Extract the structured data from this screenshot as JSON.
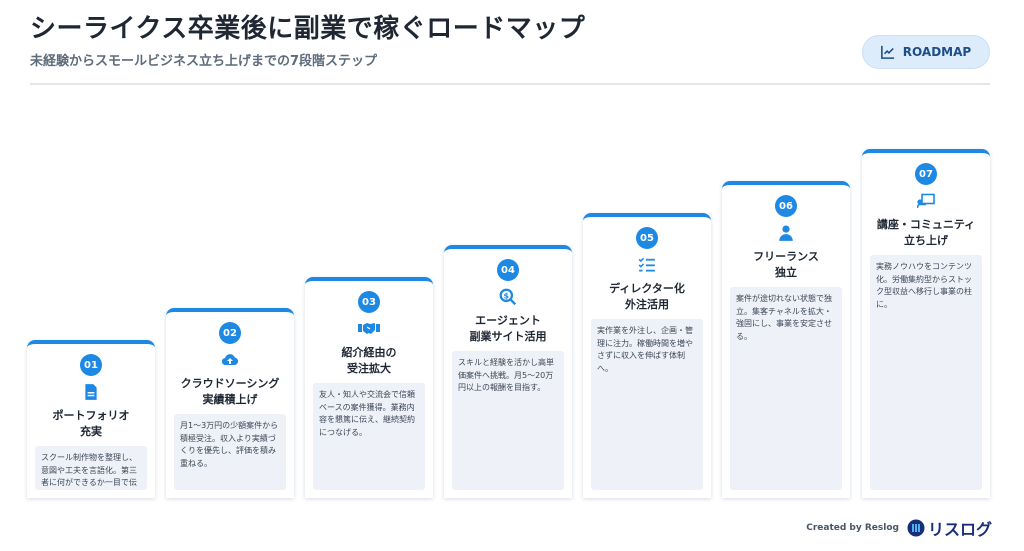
{
  "header": {
    "title": "シーライクス卒業後に副業で稼ぐロードマップ",
    "subtitle": "未経験からスモールビジネス立ち上げまでの7段階ステップ",
    "badge_label": "ROADMAP"
  },
  "colors": {
    "accent": "#1e88e5",
    "desc_bg": "#eef2f8",
    "badge_bg": "#dcecfb"
  },
  "steps": [
    {
      "num": "01",
      "icon": "document-icon",
      "title_l1": "ポートフォリオ",
      "title_l2": "充実",
      "desc": "スクール制作物を整理し、意図や工夫を言語化。第三者に何ができるか一目で伝わる状態に。"
    },
    {
      "num": "02",
      "icon": "cloud-upload-icon",
      "title_l1": "クラウドソーシング",
      "title_l2": "実績積上げ",
      "desc": "月1〜3万円の少額案件から積極受注。収入より実績づくりを優先し、評価を積み重ねる。"
    },
    {
      "num": "03",
      "icon": "handshake-icon",
      "title_l1": "紹介経由の",
      "title_l2": "受注拡大",
      "desc": "友人・知人や交流会で信頼ベースの案件獲得。業務内容を懇篤に伝え、継続契約につなげる。"
    },
    {
      "num": "04",
      "icon": "search-dollar-icon",
      "title_l1": "エージェント",
      "title_l2": "副業サイト活用",
      "desc": "スキルと経験を活かし高単価案件へ挑戦。月5〜20万円以上の報酬を目指す。"
    },
    {
      "num": "05",
      "icon": "checklist-icon",
      "title_l1": "ディレクター化",
      "title_l2": "外注活用",
      "desc": "実作業を外注し、企画・管理に注力。稼働時間を増やさずに収入を伸ばす体制へ。"
    },
    {
      "num": "06",
      "icon": "person-icon",
      "title_l1": "フリーランス",
      "title_l2": "独立",
      "desc": "案件が途切れない状態で独立。集客チャネルを拡大・強固にし、事業を安定させる。"
    },
    {
      "num": "07",
      "icon": "presentation-icon",
      "title_l1": "講座・コミュニティ",
      "title_l2": "立ち上げ",
      "desc": "実務ノウハウをコンテンツ化。労働集約型からストック型収益へ移行し事業の柱に。"
    }
  ],
  "footer": {
    "created_by": "Created by Reslog",
    "logo_text": "リスログ"
  }
}
